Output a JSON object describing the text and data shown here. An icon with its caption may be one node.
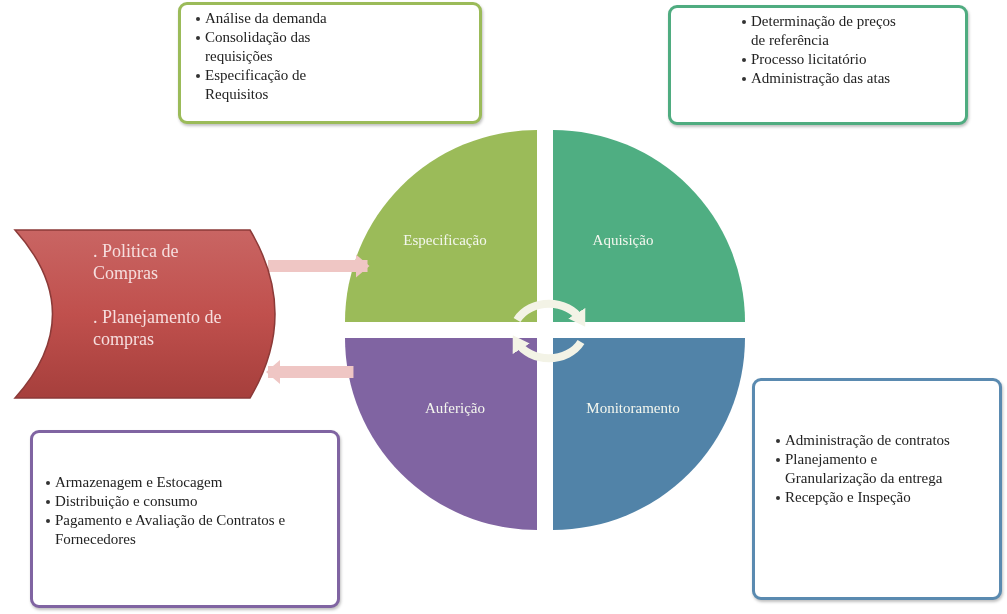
{
  "diagram": {
    "nodes": [
      {
        "text": [
          "Análise da demanda",
          "Consolidação das requisições",
          "Especificação de Requisitos"
        ]
      },
      {
        "text": [
          "Determinação de preços de referência",
          "Processo licitatório",
          "Administração das atas"
        ]
      },
      {
        "text": [
          "Especificação"
        ]
      },
      {
        "text": [
          "Aquisição"
        ]
      },
      {
        "text": [
          ". Politica de Compras",
          ". Planejamento de compras"
        ]
      },
      {
        "text": [
          "Auferição"
        ]
      },
      {
        "text": [
          "Monitoramento"
        ]
      },
      {
        "text": [
          "Administração de contratos",
          "Planejamento e Granularização da entrega",
          "Recepção e Inspeção"
        ]
      },
      {
        "text": [
          "Armazenagem e Estocagem",
          "Distribuição e consumo",
          "Pagamento e Avaliação de Contratos e Fornecedores"
        ]
      }
    ],
    "edges": [
      {
        "from": 4,
        "to": 2,
        "arrow": "to"
      },
      {
        "from": 5,
        "to": 4,
        "arrow": "to"
      },
      {
        "from": 2,
        "to": 3,
        "arrow": "to"
      },
      {
        "from": 6,
        "to": 5,
        "arrow": "to"
      }
    ]
  }
}
